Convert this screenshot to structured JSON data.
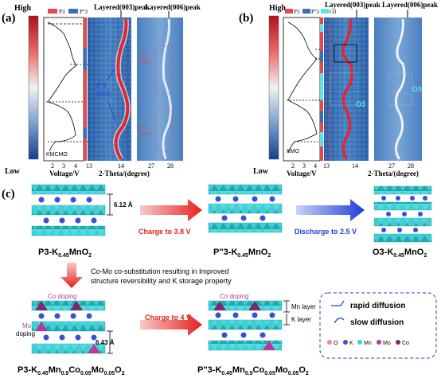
{
  "panel_a": {
    "label": "(a)",
    "scale_high": "High",
    "scale_low": "Low",
    "legend_p3": "P3",
    "legend_pp3": "P''3",
    "peak_003": "Layered(003)peak",
    "peak_006": "Layered(006)peak",
    "sample": "KMCMO",
    "phase_annot": "P''3",
    "phase_annot2": "(003)",
    "small_annot1": "P'3",
    "small_annot2": "(003)",
    "small_annot3": "P'3",
    "small_annot4": "(003)",
    "voltage_ticks": [
      "2",
      "3",
      "4"
    ],
    "voltage_label": "Voltage/V",
    "theta_ticks_1": [
      "13",
      "14"
    ],
    "theta_ticks_2": [
      "27",
      "28"
    ],
    "theta_label": "2-Theta/(degree)"
  },
  "panel_b": {
    "label": "(b)",
    "scale_high": "High",
    "scale_low": "Low",
    "legend_p3": "P3",
    "legend_pp3": "P''3",
    "legend_o3": "O3",
    "peak_003": "Layered(003)peak",
    "peak_006": "Layered(006)peak",
    "sample": "KMO",
    "o3_label_1": "O3",
    "o3_label_2": "O3",
    "voltage_ticks": [
      "2",
      "3",
      "4"
    ],
    "voltage_label": "Voltage/V",
    "theta_ticks_1": [
      "13",
      "14"
    ],
    "theta_ticks_2": [
      "27",
      "28"
    ],
    "theta_label": "2-Theta/(degree)"
  },
  "panel_c": {
    "label": "(c)",
    "spacing_top": "6.12 Å",
    "spacing_bottom": "6.43 Å",
    "arrow1": "Charge to 3.8 V",
    "arrow2": "Discharge to 2.5 V",
    "arrow3": "Charge to 4 V",
    "struct1": "P3-K",
    "struct1_sub": "0.45",
    "struct1_rest": "MnO",
    "struct1_sub2": "2",
    "struct2": "P''3-K",
    "struct2_sub": "0.45",
    "struct2_rest": "MnO",
    "struct2_sub2": "2",
    "struct3": "O3-K",
    "struct3_sub": "0.45",
    "struct3_rest": "MnO",
    "struct3_sub2": "2",
    "cosub_line1": "Co-Mo co-substitution resulting in Improved",
    "cosub_line2": "structure reversibility and K storage property",
    "co_doping": "Co doping",
    "co_doping_right": "Co doping",
    "mo_label": "Mo",
    "doping_label": "doping",
    "mn_layer": "Mn layer",
    "k_layer": "K layer",
    "rapid": "rapid diffusion",
    "slow": "slow diffusion",
    "legend_atoms": [
      "O",
      "K",
      "Mn",
      "Mo",
      "Co"
    ],
    "struct4": "P3-K",
    "struct4_sub1": "0.45",
    "struct4_mid1": "Mn",
    "struct4_sub2": "0.9",
    "struct4_mid2": "Co",
    "struct4_sub3": "0.05",
    "struct4_mid3": "Mo",
    "struct4_sub4": "0.05",
    "struct4_end": "O",
    "struct4_sub5": "2",
    "struct5": "P''3-K",
    "struct5_sub1": "0.45",
    "struct5_mid1": "Mn",
    "struct5_sub2": "0.9",
    "struct5_mid2": "Co",
    "struct5_sub3": "0.05",
    "struct5_mid3": "Mo",
    "struct5_sub4": "0.05",
    "struct5_end": "O",
    "struct5_sub5": "2"
  },
  "colors": {
    "p3": "#e8484a",
    "pp3": "#3a6fb5",
    "o3": "#5ee0e8",
    "octa": "#33d6d8",
    "octa_dark": "#1a9c9c",
    "k_atom": "#3b4fd6",
    "o_atom": "#f08a8a",
    "mo_atom": "#b33aa0",
    "arrow_red": "#e8201c",
    "arrow_blue": "#1f3dd8"
  }
}
